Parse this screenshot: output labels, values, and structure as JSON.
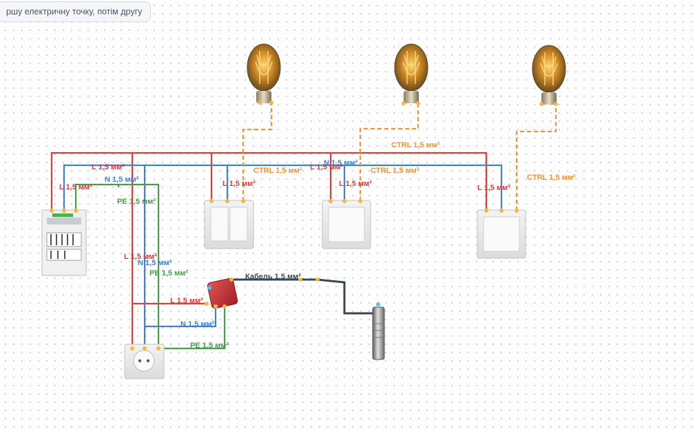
{
  "hint": {
    "text": "ршу електричну точку, потім другу"
  },
  "colors": {
    "phase": "#e53935",
    "neutral": "#3f7fd6",
    "earth": "#43a047",
    "ctrl": "#f39232",
    "cable": "#37474f",
    "node": "#f5b942",
    "port": "#4fc3f7"
  },
  "labels": {
    "l_top": "L 1,5 мм²",
    "n_top": "N 1,5 мм²",
    "l_panel": "L 1,5 мм²",
    "pe_panel": "PE 1,5 мм²",
    "l_sw1": "L 1,5 мм²",
    "ctrl_sw1": "CTRL 1,5 мм²",
    "l_mid": "L 1,5 мм²",
    "n_mid": "N 1,5 мм²",
    "l_sw2": "L 1,5 мм²",
    "ctrl_sw2": "CTRL 1,5 мм²",
    "ctrl_top": "CTRL 1,5 мм²",
    "l_sw3": "L 1,5 мм²",
    "ctrl_sw3": "CTRL 1,5 мм²",
    "l_vert": "L 1,5 мм²",
    "n_vert": "N 1,5 мм²",
    "pe_vert": "PE 1,5 мм²",
    "cable": "Кабель 1,5 мм²",
    "l_box": "L 1,5 мм²",
    "n_box": "N 1,5 мм²",
    "pe_box": "PE 1,5 мм²"
  }
}
